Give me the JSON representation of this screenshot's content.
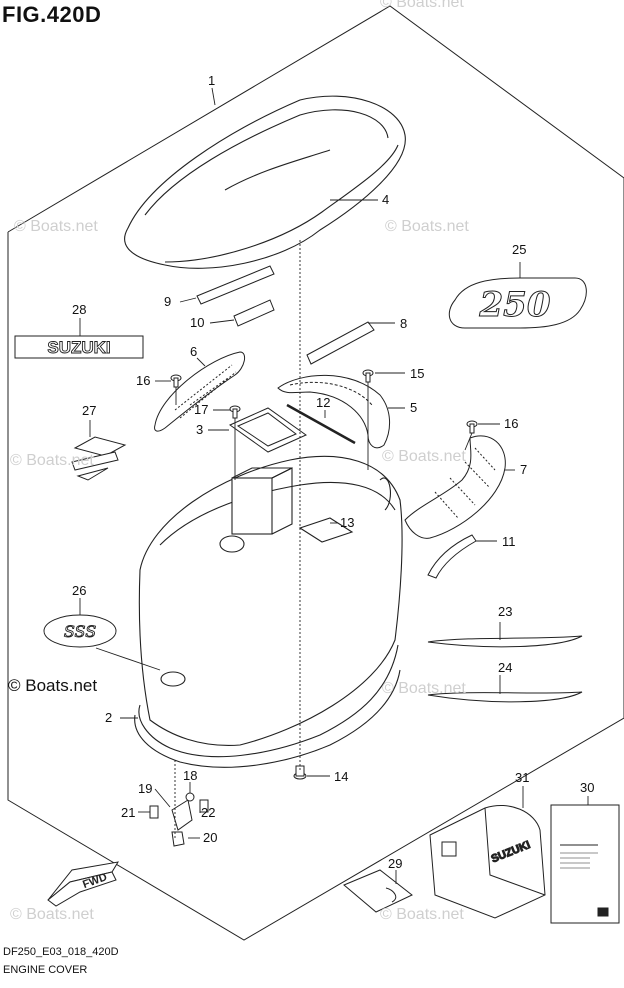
{
  "figure_title": "FIG.420D",
  "figure_code": "DF250_E03_018_420D",
  "caption": "ENGINE COVER",
  "watermark": "© Boats.net",
  "fwd_label": "FWD",
  "badges": {
    "model_number": "250",
    "brand": "SUZUKI",
    "emblem": "SSS"
  },
  "callouts": [
    "1",
    "2",
    "3",
    "4",
    "5",
    "6",
    "7",
    "8",
    "9",
    "10",
    "11",
    "12",
    "13",
    "14",
    "15",
    "16",
    "16",
    "17",
    "18",
    "19",
    "20",
    "21",
    "22",
    "23",
    "24",
    "25",
    "26",
    "27",
    "28",
    "29",
    "30",
    "31"
  ]
}
